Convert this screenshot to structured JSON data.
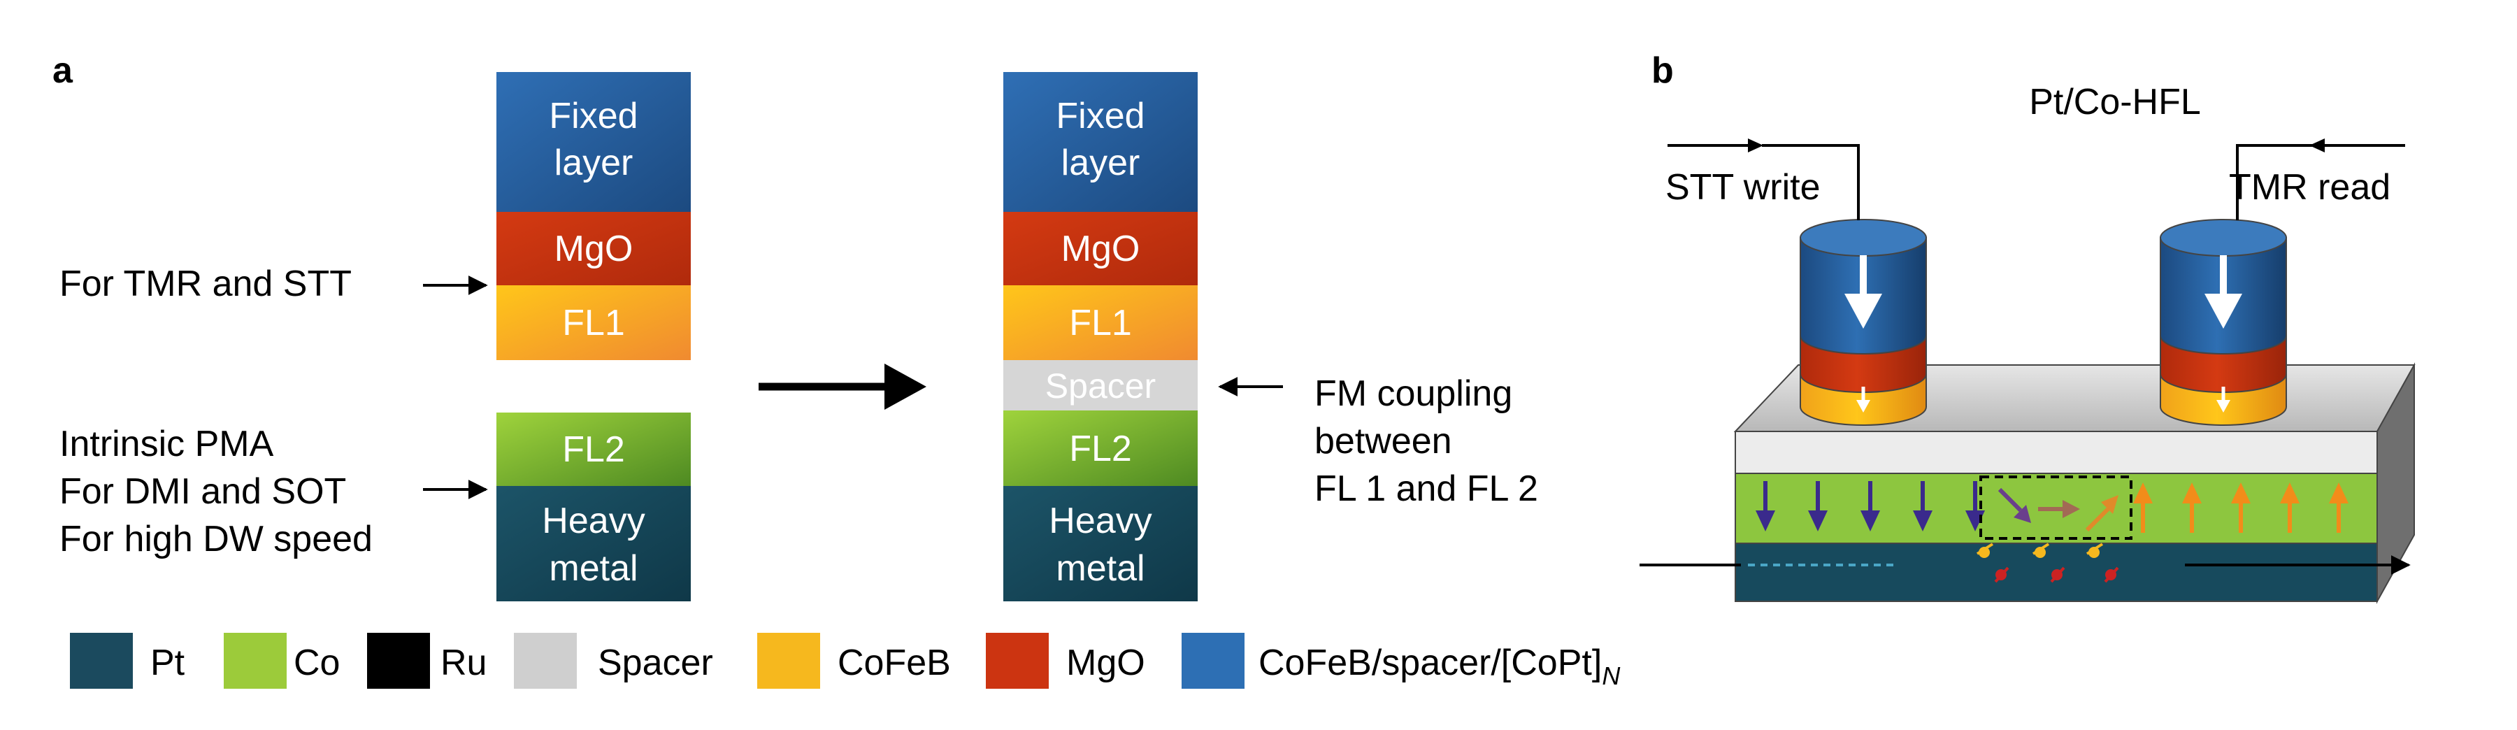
{
  "panel_a": {
    "label": "a",
    "left_stack": {
      "fixed_line1": "Fixed",
      "fixed_line2": "layer",
      "mgo": "MgO",
      "fl1": "FL1",
      "fl2": "FL2",
      "hm_line1": "Heavy",
      "hm_line2": "metal"
    },
    "right_stack": {
      "fixed_line1": "Fixed",
      "fixed_line2": "layer",
      "mgo": "MgO",
      "fl1": "FL1",
      "spacer": "Spacer",
      "fl2": "FL2",
      "hm_line1": "Heavy",
      "hm_line2": "metal"
    },
    "annot_tmr_stt": "For TMR and STT",
    "annot_pma": "Intrinsic PMA",
    "annot_dmi_sot": "For DMI and SOT",
    "annot_dw_speed": "For high DW speed",
    "fm_line1": "FM coupling",
    "fm_line2": "between",
    "fm_line3": "FL 1 and FL 2"
  },
  "panel_b": {
    "label": "b",
    "title": "Pt/Co-HFL",
    "stt_write": "STT write",
    "tmr_read": "TMR read"
  },
  "legend": [
    {
      "label": "Pt",
      "color": "#1b4a5e"
    },
    {
      "label": "Co",
      "color": "#9ccb3a"
    },
    {
      "label": "Ru",
      "color": "#000000"
    },
    {
      "label": "Spacer",
      "color": "#cfcfcf"
    },
    {
      "label": "CoFeB",
      "color": "#f6b81e"
    },
    {
      "label": "MgO",
      "color": "#cc3411"
    },
    {
      "label": "CoFeB/spacer/[CoPt]",
      "sub": "N",
      "color": "#2d6fb4"
    }
  ],
  "colors": {
    "fixed_layer": "#23599d",
    "mgo": "#cc3411",
    "cofeb": "#f6b81e",
    "spacer": "#d4d4d4",
    "co": "#8dc63f",
    "heavy_metal": "#174a5d",
    "down_arrow": "#3a2a8c",
    "up_arrow": "#f28c1a"
  }
}
